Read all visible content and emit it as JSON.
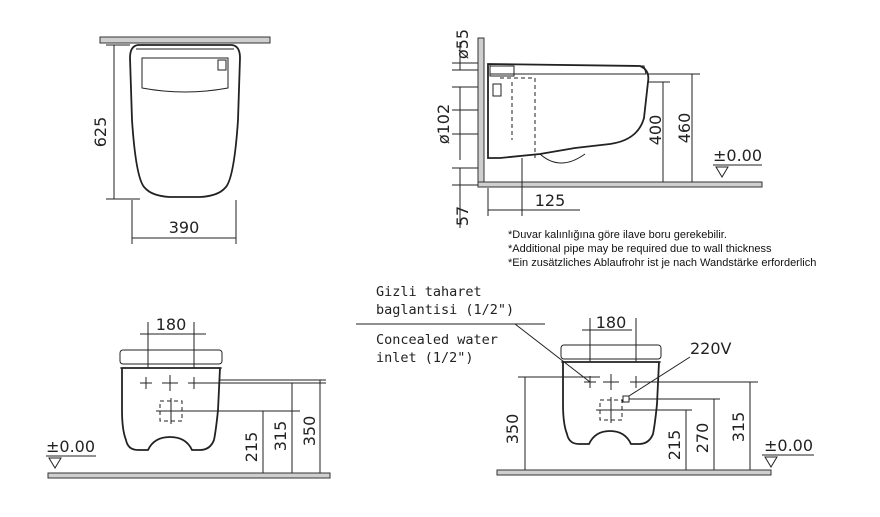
{
  "front_view": {
    "height_dim": "625",
    "width_dim": "390"
  },
  "side_view": {
    "pipe_top_dim": "ø55",
    "pipe_mid_dim": "ø102",
    "height_400": "400",
    "height_460": "460",
    "floor_level": "±0.00",
    "depth_dim": "125",
    "bottom_dim": "57"
  },
  "notes": [
    "*Duvar kalınlığına göre ilave boru gerekebilir.",
    "*Additional pipe may be required due to wall thickness",
    "*Ein zusätzliches Ablaufrohr ist je nach Wandstärke erforderlich"
  ],
  "rear_view_left": {
    "width_dim": "180",
    "h_215": "215",
    "h_315": "315",
    "h_350": "350",
    "floor_level": "±0.00"
  },
  "rear_view_right": {
    "label_tr_line1": "Gizli taharet",
    "label_tr_line2": "baglantisi (1/2\")",
    "label_en_line1": "Concealed water",
    "label_en_line2": "inlet (1/2\")",
    "width_dim": "180",
    "voltage": "220V",
    "h_350": "350",
    "h_215": "215",
    "h_270": "270",
    "h_315": "315",
    "floor_level": "±0.00"
  }
}
